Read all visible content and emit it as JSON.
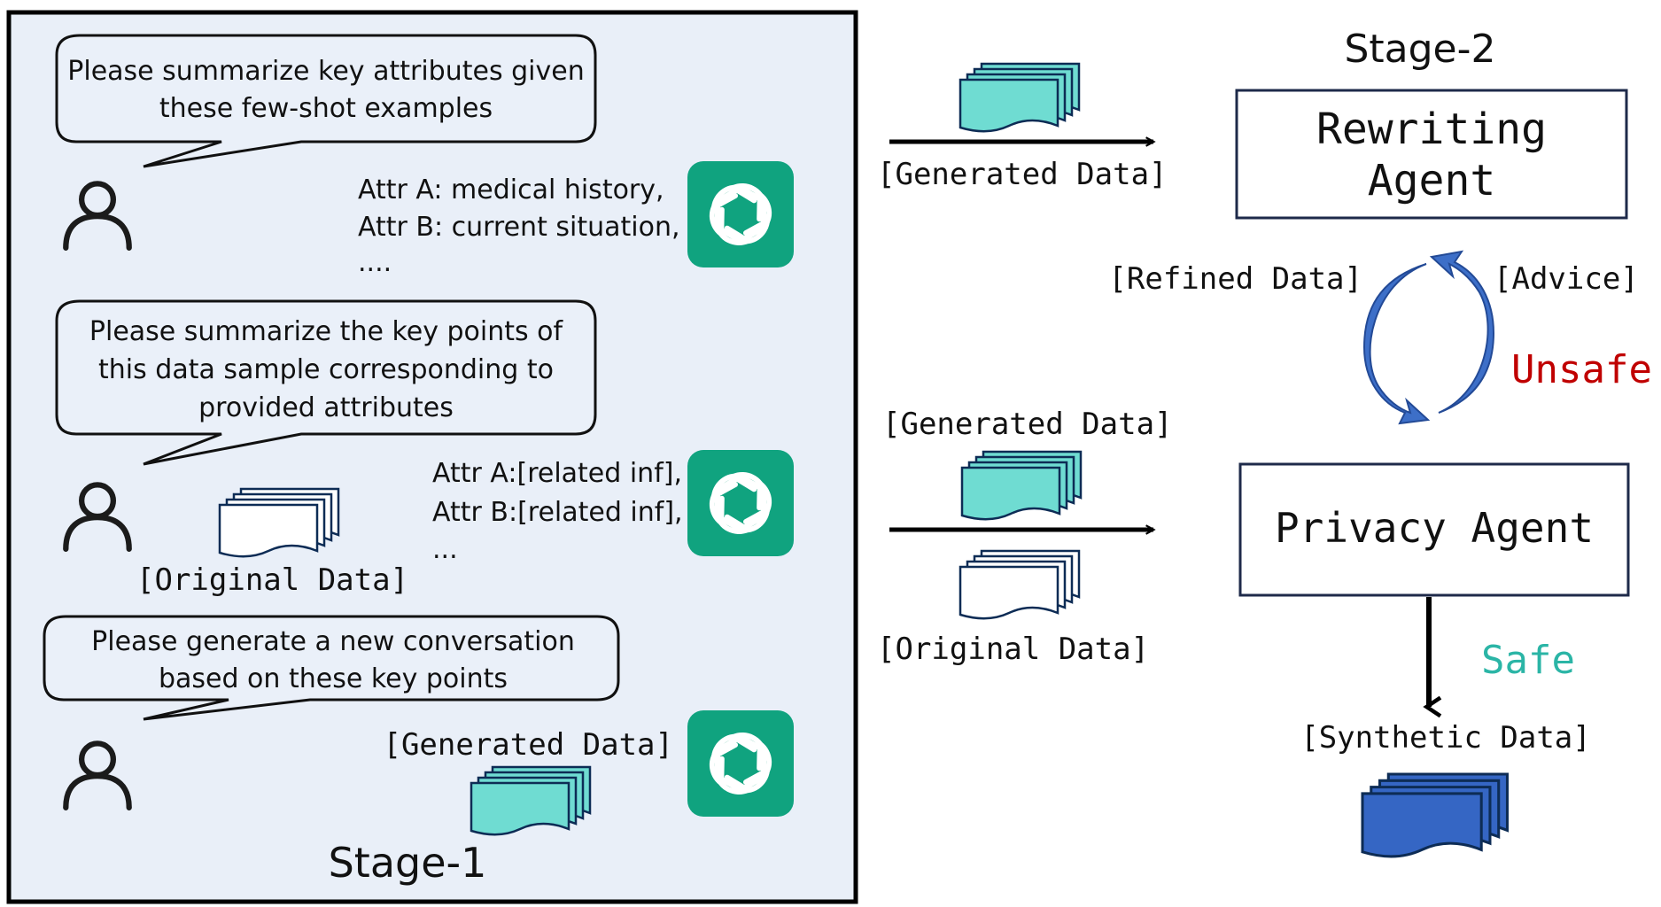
{
  "stage1": {
    "title": "Stage-1",
    "bubble1": {
      "line1": "Please summarize key attributes given",
      "line2": "these few-shot examples"
    },
    "reply1": {
      "line1": "Attr A: medical history,",
      "line2": "Attr B: current situation,",
      "line3": "...."
    },
    "bubble2": {
      "line1": "Please summarize the key points of",
      "line2": "this data sample corresponding to",
      "line3": "provided attributes"
    },
    "reply2": {
      "line1": "Attr A:[related inf],",
      "line2": "Attr B:[related inf],",
      "line3": "..."
    },
    "original_data_label": "[Original Data]",
    "bubble3": {
      "line1": "Please generate a new conversation",
      "line2": "based on these key points"
    },
    "generated_data_label": "[Generated Data]"
  },
  "stage2": {
    "title": "Stage-2",
    "rewriting_agent": {
      "line1": "Rewriting",
      "line2": "Agent"
    },
    "privacy_agent": "Privacy Agent",
    "refined_data_label": "[Refined Data]",
    "advice_label": "[Advice]",
    "unsafe_label": "Unsafe",
    "safe_label": "Safe",
    "synthetic_data_label": "[Synthetic Data]",
    "generated_top_label": "[Generated Data]",
    "generated_mid_label": "[Generated Data]",
    "original_mid_label": "[Original Data]"
  },
  "colors": {
    "panel_bg": "#e9eff8",
    "bubble_bg": "#eaf0f9",
    "gpt_green": "#10a37f",
    "teal_doc": "#6fdcd2",
    "blue_doc": "#3566c4",
    "cycle_blue": "#3d6fc8",
    "unsafe_red": "#c00000",
    "safe_teal": "#2bb5a6"
  },
  "icons": {
    "user": "user-icon",
    "assistant": "openai-logo-icon",
    "document_stack": "document-stack-icon",
    "cycle": "cycle-arrows-icon"
  }
}
